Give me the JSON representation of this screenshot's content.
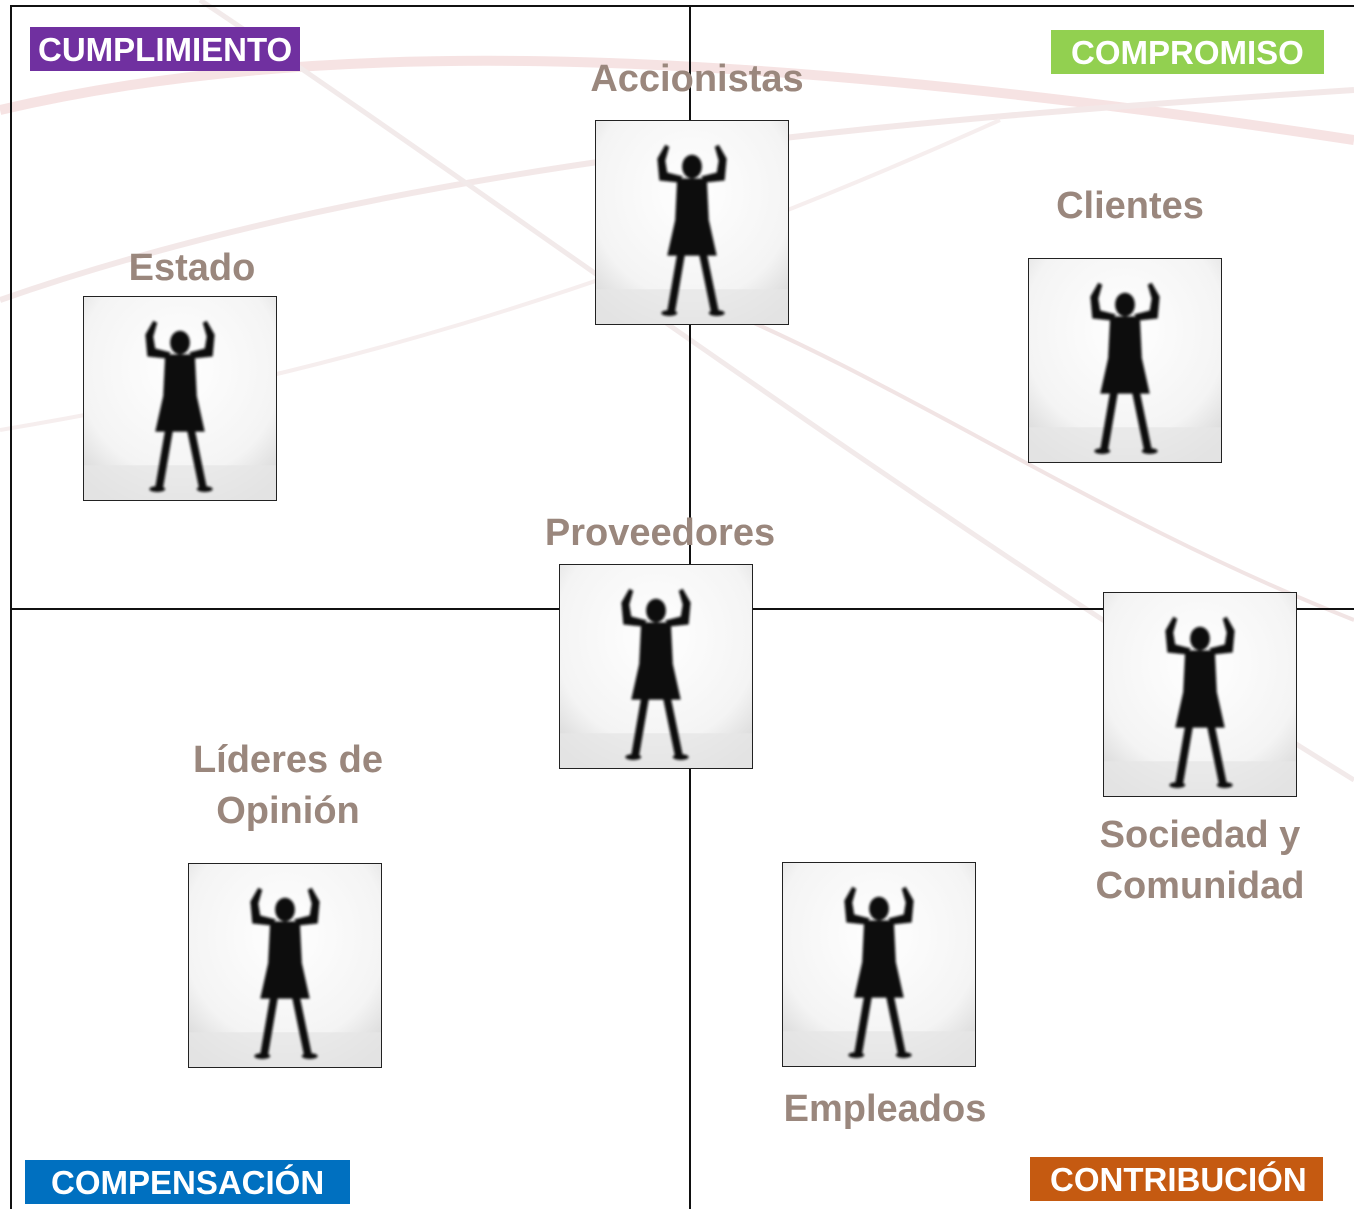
{
  "quadrants": {
    "top_left": {
      "label": "CUMPLIMIENTO",
      "color": "#7030a0"
    },
    "top_right": {
      "label": "COMPROMISO",
      "color": "#92d050"
    },
    "bottom_left": {
      "label": "COMPENSACIÓN",
      "color": "#0070c0"
    },
    "bottom_right": {
      "label": "CONTRIBUCIÓN",
      "color": "#c55a11"
    }
  },
  "stakeholders": {
    "accionistas": {
      "label": "Accionistas"
    },
    "clientes": {
      "label": "Clientes"
    },
    "estado": {
      "label": "Estado"
    },
    "proveedores": {
      "label": "Proveedores"
    },
    "lideres_line1": {
      "label": "Líderes de"
    },
    "lideres_line2": {
      "label": "Opinión"
    },
    "sociedad_line1": {
      "label": "Sociedad y"
    },
    "sociedad_line2": {
      "label": "Comunidad"
    },
    "empleados": {
      "label": "Empleados"
    }
  },
  "icon": "person-silhouette-arms-raised-icon",
  "colors": {
    "label_text": "#9a877d",
    "lines": "#111111"
  }
}
